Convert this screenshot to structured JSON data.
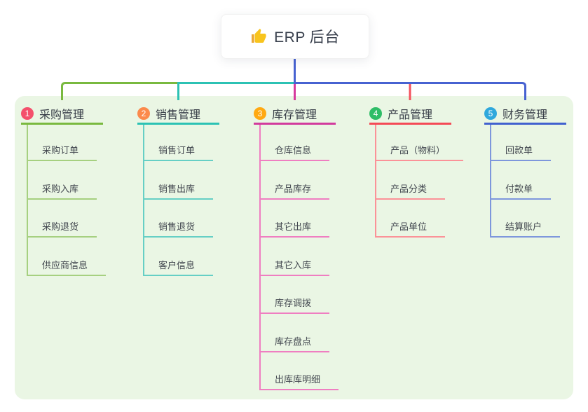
{
  "canvas": {
    "background": "#ffffff",
    "panel_background": "#eaf6e4"
  },
  "root": {
    "title": "ERP 后台",
    "icon": "thumbs-up-icon",
    "icon_color": "#f8c41d"
  },
  "connectors": {
    "trunk": "#4762d1",
    "bus_green": "#79b93f",
    "bus_teal": "#2cc2b4",
    "bus_blue": "#4762d1",
    "drop_purchase": "#79b93f",
    "drop_sales": "#2cc2b4",
    "drop_inventory": "#d63a9e",
    "drop_product": "#f4515c",
    "drop_finance": "#4762d1"
  },
  "branches": [
    {
      "index": "1",
      "label": "采购管理",
      "badge_color": "#f4506c",
      "line_color": "#79b93f",
      "child_line_color": "#a6d080",
      "children": [
        "采购订单",
        "采购入库",
        "采购退货",
        "供应商信息"
      ]
    },
    {
      "index": "2",
      "label": "销售管理",
      "badge_color": "#fb8a4c",
      "line_color": "#2cc2b4",
      "child_line_color": "#66cfc5",
      "children": [
        "销售订单",
        "销售出库",
        "销售退货",
        "客户信息"
      ]
    },
    {
      "index": "3",
      "label": "库存管理",
      "badge_color": "#ffa912",
      "line_color": "#d23b9d",
      "child_line_color": "#ef7ec1",
      "children": [
        "仓库信息",
        "产品库存",
        "其它出库",
        "其它入库",
        "库存调拨",
        "库存盘点",
        "出库库明细"
      ]
    },
    {
      "index": "4",
      "label": "产品管理",
      "badge_color": "#2fbd67",
      "line_color": "#f44a56",
      "child_line_color": "#fb9298",
      "children": [
        "产品（物料）",
        "产品分类",
        "产品单位"
      ]
    },
    {
      "index": "5",
      "label": "财务管理",
      "badge_color": "#2fa8dc",
      "line_color": "#4161cf",
      "child_line_color": "#7e97dc",
      "children": [
        "回款单",
        "付款单",
        "结算账户"
      ]
    }
  ]
}
